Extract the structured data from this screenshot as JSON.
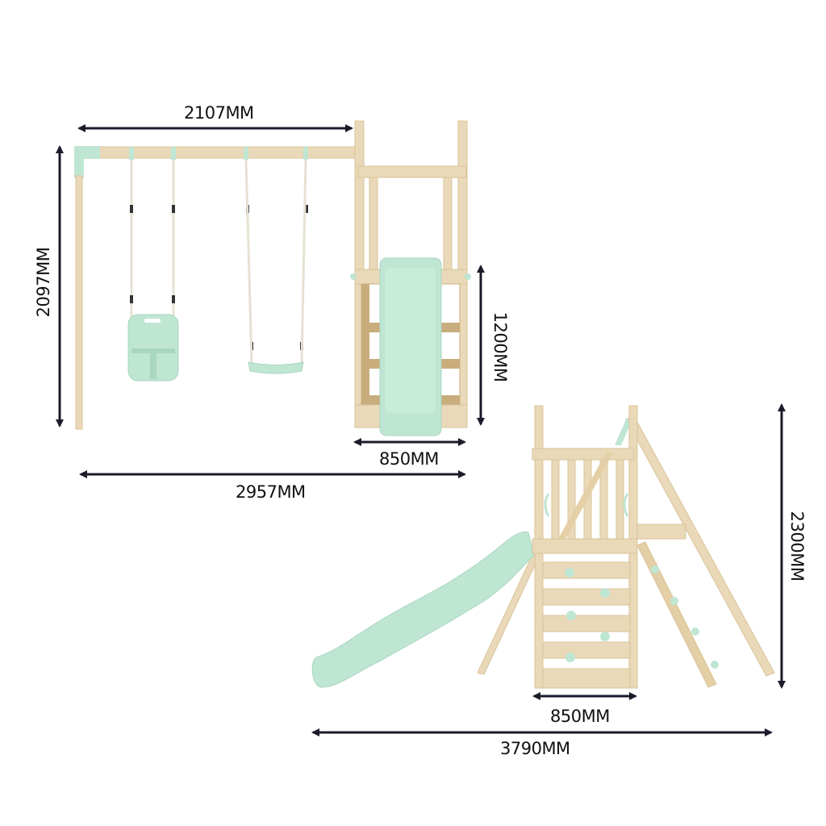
{
  "diagram": {
    "subject": "Wooden playset with swings, slide and climbing wall — dimensions",
    "colors": {
      "wood": "#ead9b8",
      "wood_dark": "#c9ad7d",
      "mint": "#bfe6d3",
      "arrow": "#1b1b2b",
      "text": "#111111"
    },
    "views": [
      {
        "name": "front-view",
        "components": [
          "swing-beam",
          "toddler-seat-swing",
          "belt-swing",
          "tower",
          "straight-slide"
        ],
        "dimensions": {
          "swing_beam_width": "2107MM",
          "swing_height": "2097MM",
          "platform_height": "1200MM",
          "tower_width": "850MM",
          "total_width": "2957MM"
        }
      },
      {
        "name": "side-view",
        "components": [
          "tower",
          "wavy-slide",
          "climbing-wall",
          "ladder",
          "a-frame-leg"
        ],
        "dimensions": {
          "total_height": "2300MM",
          "tower_width": "850MM",
          "total_length": "3790MM"
        }
      }
    ]
  }
}
